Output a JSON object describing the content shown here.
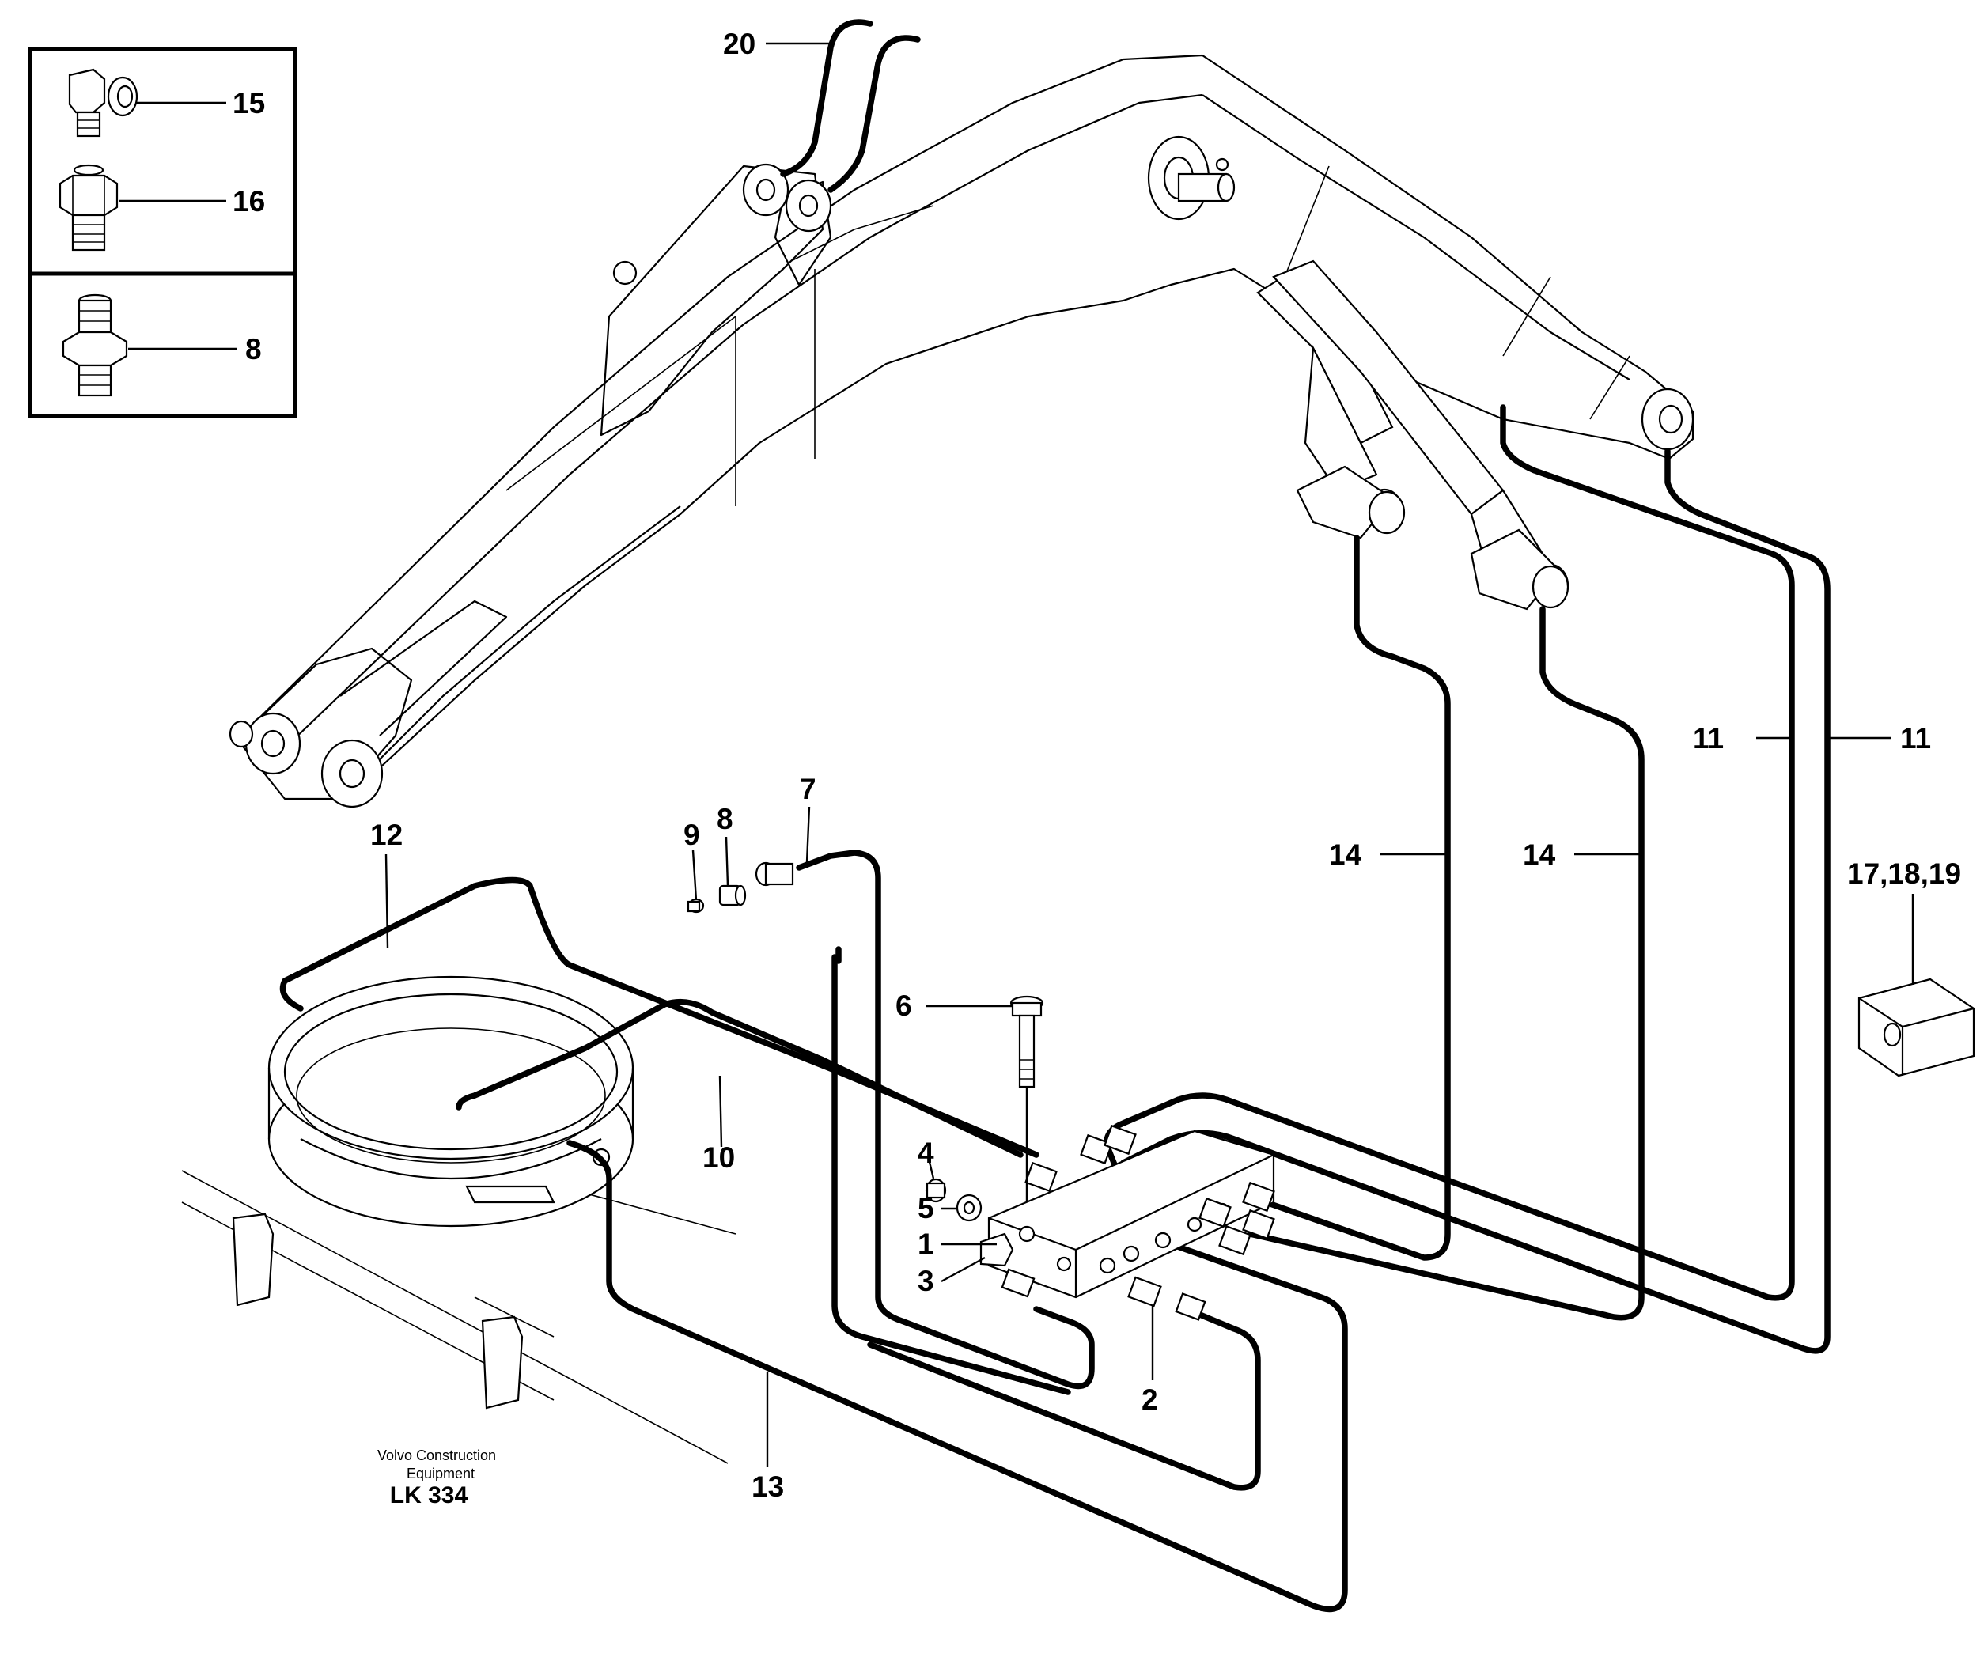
{
  "inset_callouts": {
    "elbow": "15",
    "nut": "16",
    "adapter": "8"
  },
  "callouts": {
    "c20": "20",
    "c11a": "11",
    "c11b": "11",
    "c14a": "14",
    "c14b": "14",
    "c12": "12",
    "c7": "7",
    "c8": "8",
    "c9": "9",
    "c6": "6",
    "c4": "4",
    "c5": "5",
    "c1": "1",
    "c3": "3",
    "c10": "10",
    "c2": "2",
    "c13": "13",
    "c17": "17,18,19"
  },
  "credit": {
    "line1": "Volvo Construction",
    "line2": "Equipment",
    "code": "LK 334"
  }
}
